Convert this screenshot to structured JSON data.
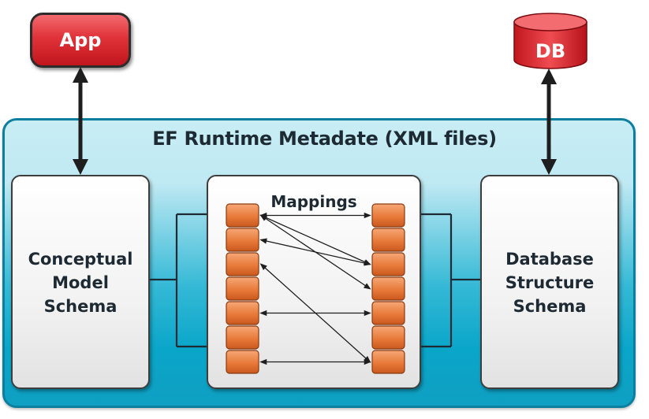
{
  "diagram": {
    "app_label": "App",
    "db_label": "DB",
    "panel_title": "EF Runtime Metadate (XML files)",
    "conceptual_lines": [
      "Conceptual",
      "Model",
      "Schema"
    ],
    "database_lines": [
      "Database",
      "Structure",
      "Schema"
    ],
    "mappings_title": "Mappings"
  },
  "colors": {
    "accent_red": "#e03239",
    "panel_teal": "#0aa6c9",
    "slot_orange": "#e87a3a"
  },
  "mappings": {
    "left_slots": 7,
    "right_slots": 7,
    "links": [
      [
        1,
        1
      ],
      [
        1,
        3
      ],
      [
        1,
        4
      ],
      [
        2,
        3
      ],
      [
        3,
        7
      ],
      [
        5,
        5
      ],
      [
        7,
        7
      ]
    ]
  }
}
